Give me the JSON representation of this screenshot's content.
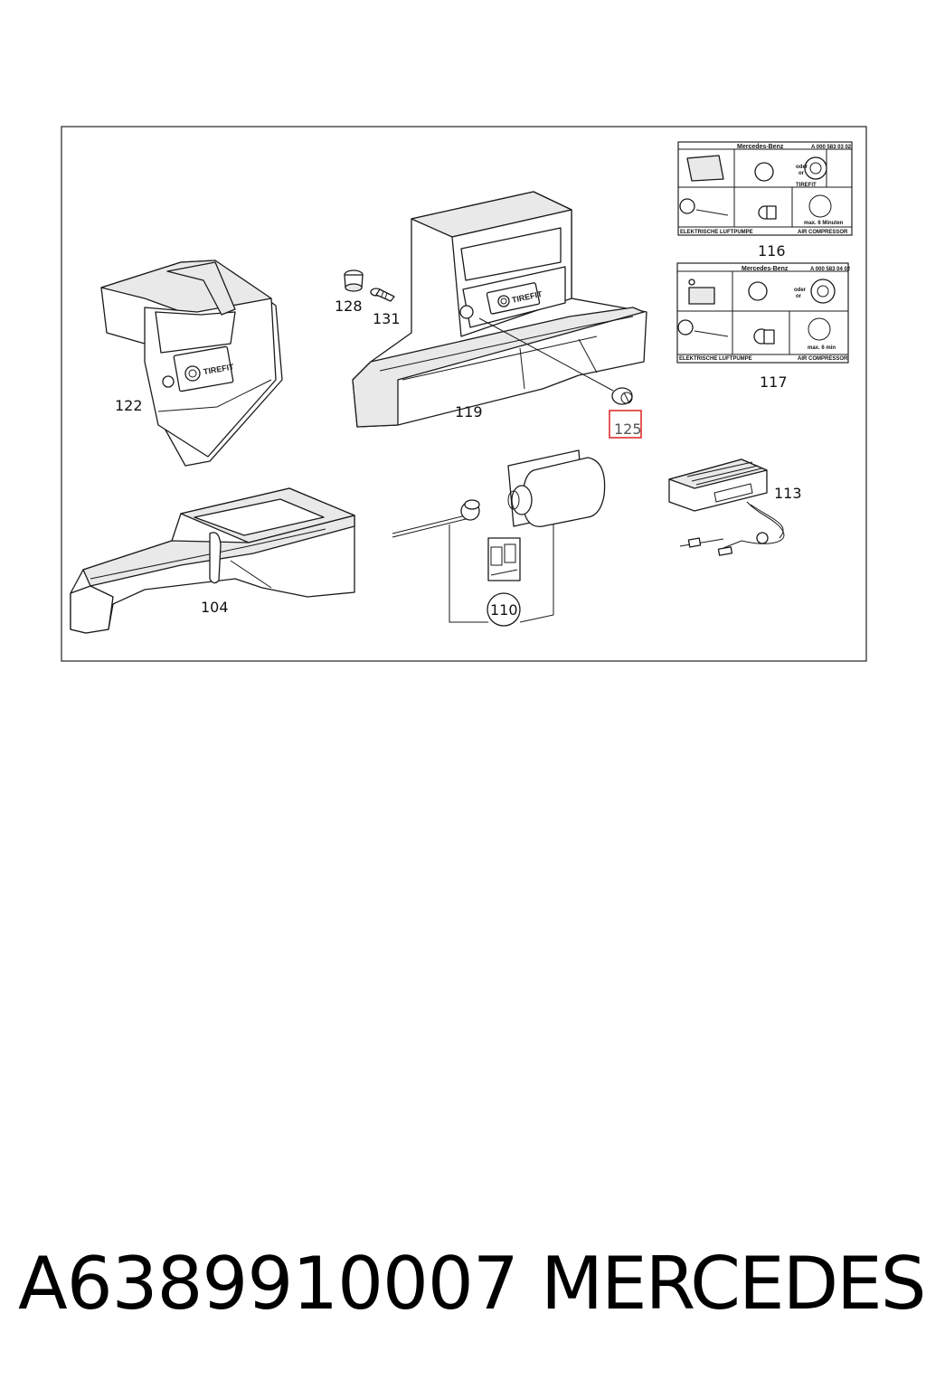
{
  "diagram": {
    "callouts": {
      "c104": "104",
      "c110": "110",
      "c113": "113",
      "c116": "116",
      "c117": "117",
      "c119": "119",
      "c122": "122",
      "c125": "125",
      "c128": "128",
      "c131": "131"
    },
    "highlighted_callout": "125",
    "highlight_color": "#e03030",
    "tirefit_logo": "TIREFIT",
    "label_116": {
      "brand": "Mercedes-Benz",
      "code": "A 000 583 03 02",
      "oder": "oder",
      "or": "or",
      "tirefit": "TIREFIT",
      "minutes": "max. 6 Minuten",
      "footer_left": "ELEKTRISCHE LUFTPUMPE",
      "footer_right": "AIR COMPRESSOR"
    },
    "label_117": {
      "brand": "Mercedes-Benz",
      "code": "A 000 583 04 02",
      "oder": "oder",
      "or": "or",
      "minutes": "max. 6 min",
      "footer_left": "ELEKTRISCHE LUFTPUMPE",
      "footer_right": "AIR COMPRESSOR"
    }
  },
  "footer": {
    "part_number": "A6389910007",
    "brand": "MERCEDES"
  }
}
